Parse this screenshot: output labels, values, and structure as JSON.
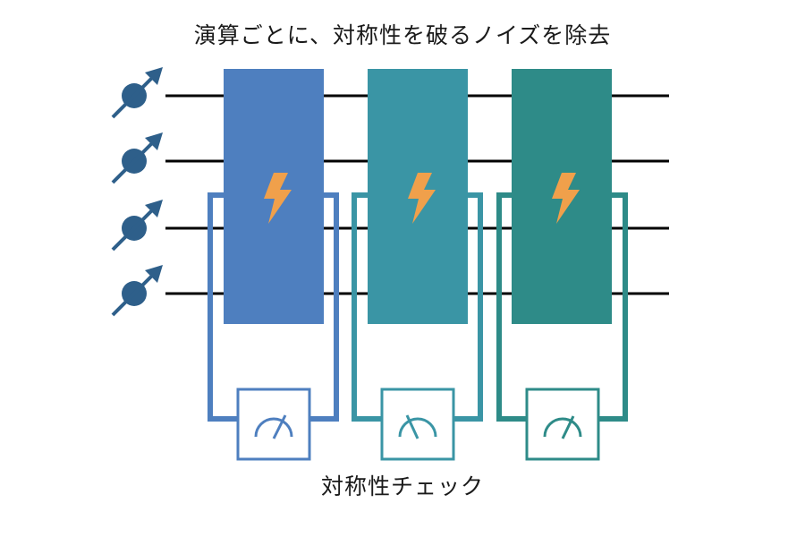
{
  "title": "演算ごとに、対称性を破るノイズを除去",
  "caption": "対称性チェック",
  "colors": {
    "qubit": "#2e5f8a",
    "wire": "#000000",
    "lightning": "#f0a04b",
    "stage1": "#4e7fbf",
    "stage2": "#3a95a5",
    "stage3": "#2e8b88"
  },
  "qubits": [
    {
      "name": "qubit-1",
      "icon": "spin-arrow-icon"
    },
    {
      "name": "qubit-2",
      "icon": "spin-arrow-icon"
    },
    {
      "name": "qubit-3",
      "icon": "spin-arrow-icon"
    },
    {
      "name": "qubit-4",
      "icon": "spin-arrow-icon"
    }
  ],
  "stages": [
    {
      "gate_icon": "lightning-icon",
      "meter_icon": "meter-icon",
      "color_key": "stage1"
    },
    {
      "gate_icon": "lightning-icon",
      "meter_icon": "meter-icon",
      "color_key": "stage2"
    },
    {
      "gate_icon": "lightning-icon",
      "meter_icon": "meter-icon",
      "color_key": "stage3"
    }
  ]
}
